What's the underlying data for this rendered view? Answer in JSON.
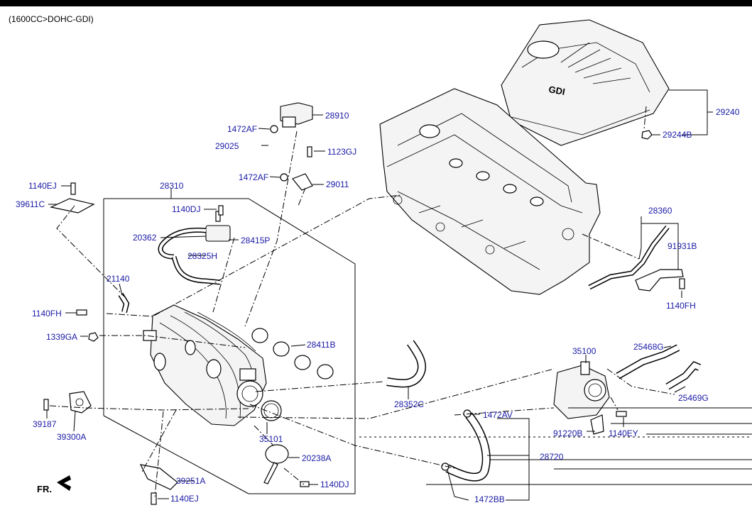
{
  "header": {
    "subtitle": "(1600CC>DOHC-GDI)"
  },
  "cover": {
    "badge": "GDI"
  },
  "orientation": {
    "label": "FR."
  },
  "labels": {
    "p28910": "28910",
    "p1472AF_a": "1472AF",
    "p29025": "29025",
    "p1123GJ": "1123GJ",
    "p1472AF_b": "1472AF",
    "p29011": "29011",
    "p29240": "29240",
    "p29244B": "29244B",
    "p28310": "28310",
    "p1140EJ_a": "1140EJ",
    "p39611C": "39611C",
    "p1140DJ_a": "1140DJ",
    "p20362": "20362",
    "p28415P": "28415P",
    "p28325H": "28325H",
    "p21140": "21140",
    "p1140FH_a": "1140FH",
    "p1339GA": "1339GA",
    "p28411B": "28411B",
    "p28360": "28360",
    "p91931B": "91931B",
    "p1140FH_b": "1140FH",
    "p35100": "35100",
    "p25468G": "25468G",
    "p25469G": "25469G",
    "p28352C": "28352C",
    "p1472AV": "1472AV",
    "p91220B": "91220B",
    "p1140EY": "1140EY",
    "p39187": "39187",
    "p39300A": "39300A",
    "p35101": "35101",
    "p20238A": "20238A",
    "p28720": "28720",
    "p39251A": "39251A",
    "p1140DJ_b": "1140DJ",
    "p1140EJ_b": "1140EJ",
    "p1472BB": "1472BB"
  }
}
